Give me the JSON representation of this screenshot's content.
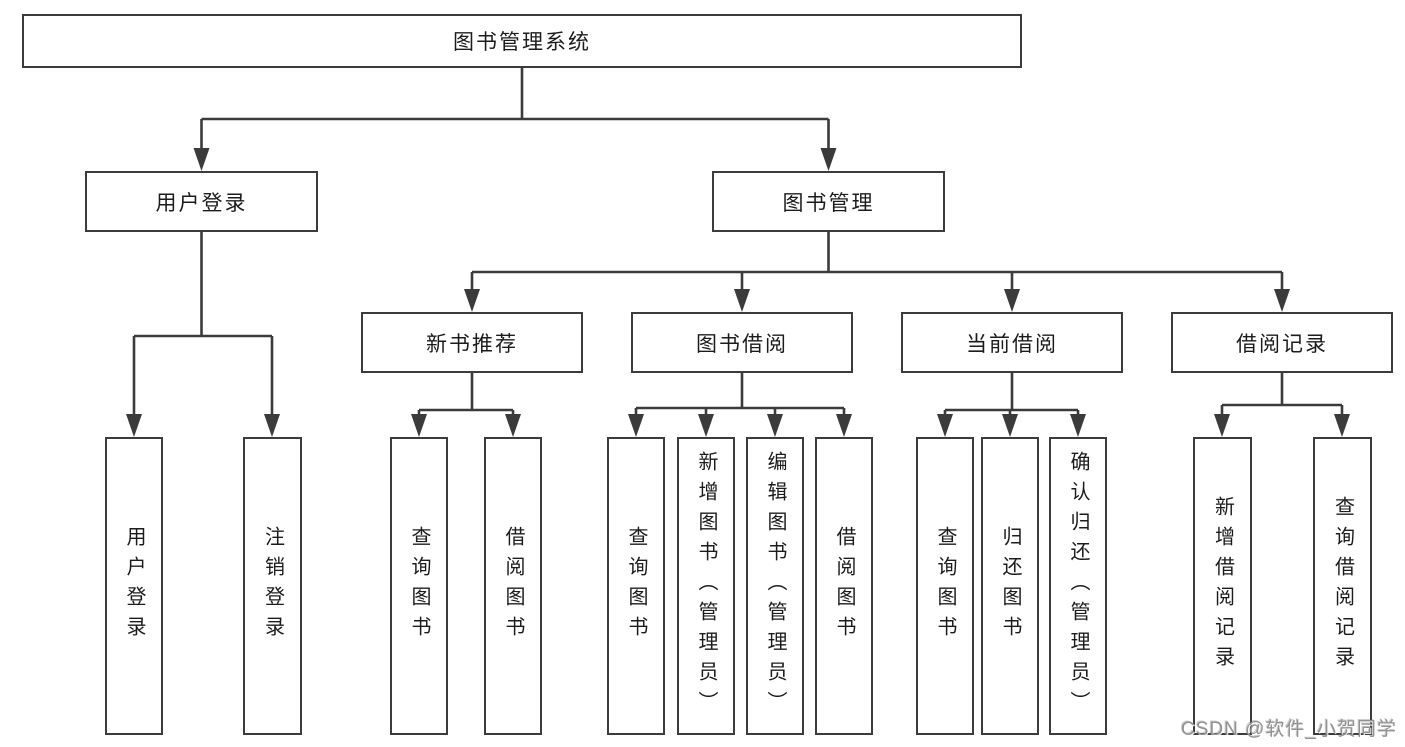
{
  "watermark": {
    "text": "CSDN @软件_小贺同学"
  },
  "colors": {
    "line": "#3b3b3b",
    "box_border": "#3c3c3c",
    "text": "#1c1c1c",
    "watermark": "#929292",
    "background": "#ffffff"
  },
  "tree": {
    "label": "图书管理系统",
    "children": [
      {
        "label": "用户登录",
        "children": [
          {
            "label": "用户登录"
          },
          {
            "label": "注销登录"
          }
        ]
      },
      {
        "label": "图书管理",
        "children": [
          {
            "label": "新书推荐",
            "children": [
              {
                "label": "查询图书"
              },
              {
                "label": "借阅图书"
              }
            ]
          },
          {
            "label": "图书借阅",
            "children": [
              {
                "label": "查询图书"
              },
              {
                "label": "新增图书（管理员）"
              },
              {
                "label": "编辑图书（管理员）"
              },
              {
                "label": "借阅图书"
              }
            ]
          },
          {
            "label": "当前借阅",
            "children": [
              {
                "label": "查询图书"
              },
              {
                "label": "归还图书"
              },
              {
                "label": "确认归还（管理员）"
              }
            ]
          },
          {
            "label": "借阅记录",
            "children": [
              {
                "label": "新增借阅记录"
              },
              {
                "label": "查询借阅记录"
              }
            ]
          }
        ]
      }
    ]
  }
}
